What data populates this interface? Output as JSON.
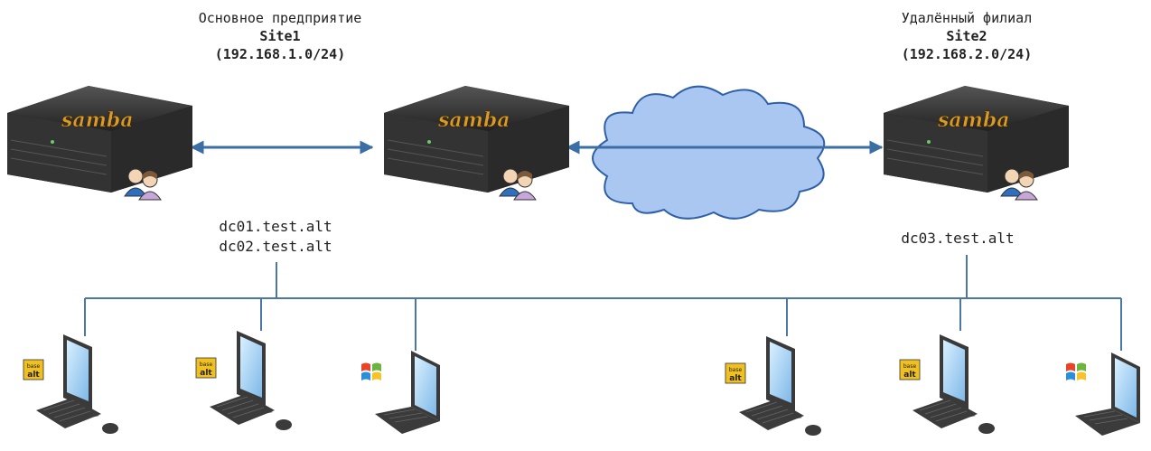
{
  "site1": {
    "caption": "Основное предприятие",
    "name": "Site1",
    "subnet": "(192.168.1.0/24)",
    "dc_hosts": [
      "dc01.test.alt",
      "dc02.test.alt"
    ]
  },
  "site2": {
    "caption": "Удалённый филиал",
    "name": "Site2",
    "subnet": "(192.168.2.0/24)",
    "dc_hosts": [
      "dc03.test.alt"
    ]
  },
  "servers": [
    {
      "id": "dc-site1-a",
      "logo_text": "samba"
    },
    {
      "id": "dc-site1-b",
      "logo_text": "samba"
    },
    {
      "id": "dc-site2",
      "logo_text": "samba"
    }
  ],
  "clients": [
    {
      "id": "client-1",
      "kind": "desktop",
      "os_badge": "base alt"
    },
    {
      "id": "client-2",
      "kind": "desktop",
      "os_badge": "base alt"
    },
    {
      "id": "client-3",
      "kind": "laptop",
      "os_badge": "windows"
    },
    {
      "id": "client-4",
      "kind": "desktop",
      "os_badge": "base alt"
    },
    {
      "id": "client-5",
      "kind": "desktop",
      "os_badge": "base alt"
    },
    {
      "id": "client-6",
      "kind": "laptop",
      "os_badge": "windows"
    }
  ],
  "icons": {
    "server": "rack-server-icon",
    "users": "users-icon",
    "cloud": "internet-cloud-icon",
    "desktop": "desktop-computer-icon",
    "laptop": "laptop-icon",
    "alt_badge": "basealt-logo",
    "windows_badge": "windows-logo"
  },
  "colors": {
    "link_arrow": "#3a6ea5",
    "lan_line": "#4b77a8",
    "cloud_fill": "#a9c7f0",
    "cloud_stroke": "#2f5fa8",
    "server_body": "#2b2b2b",
    "samba_text": "#d89a2a"
  }
}
